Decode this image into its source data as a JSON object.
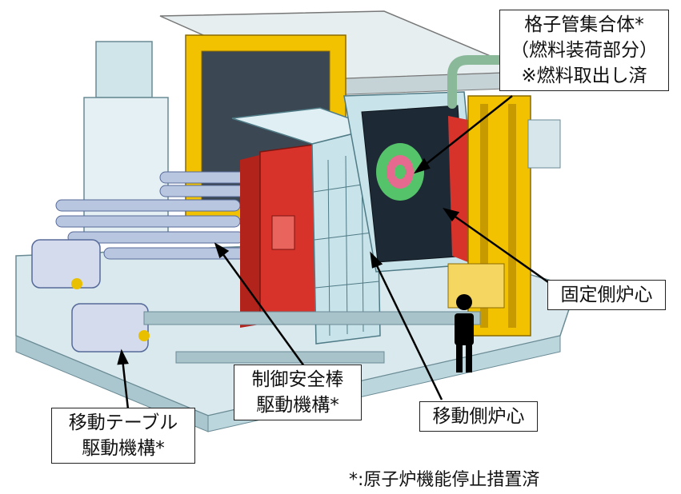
{
  "labels": {
    "lattice_tube": {
      "lines": [
        "格子管集合体*",
        "（燃料装荷部分）",
        "※燃料取出し済"
      ]
    },
    "fixed_core": {
      "lines": [
        "固定側炉心"
      ]
    },
    "control_rod": {
      "lines": [
        "制御安全棒",
        "駆動機構*"
      ]
    },
    "moving_core": {
      "lines": [
        "移動側炉心"
      ]
    },
    "moving_table": {
      "lines": [
        "移動テーブル",
        "駆動機構*"
      ]
    }
  },
  "footnote": "*:原子炉機能停止措置済",
  "colors": {
    "frame_red": "#d8332b",
    "frame_yellow": "#f2c200",
    "steel_blue": "#c9e3ea",
    "core_dark": "#1d2a36",
    "core_green": "#55c36a",
    "core_pink": "#e66a8f"
  }
}
